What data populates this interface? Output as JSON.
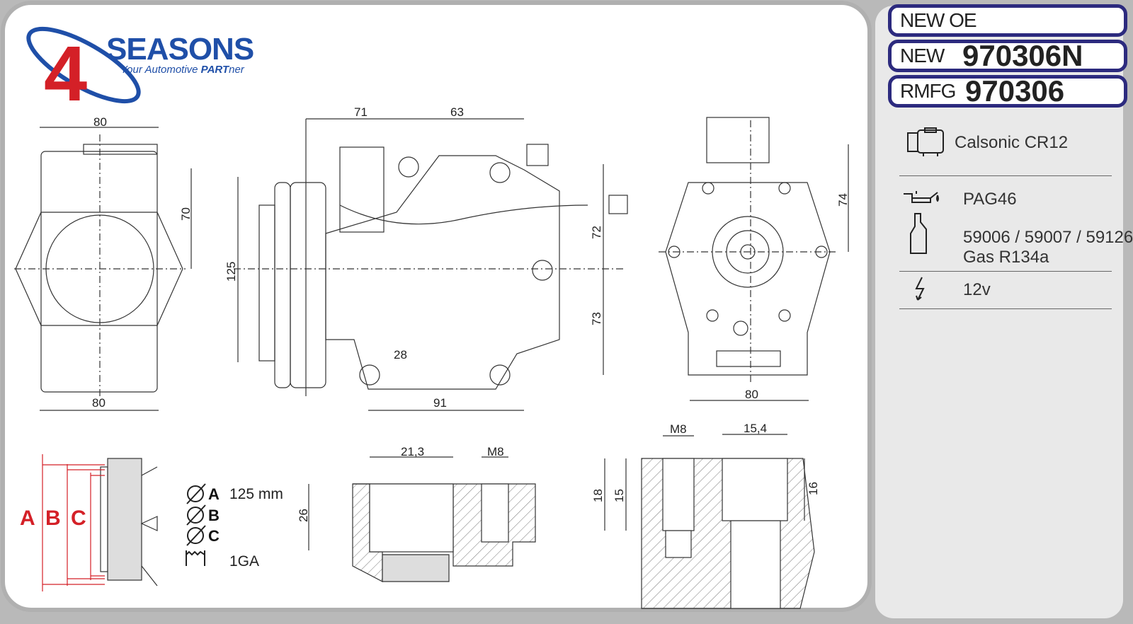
{
  "brand": {
    "logo_number": "4",
    "name": "SEASONS",
    "tagline_pre": "Your Automotive ",
    "tagline_bold": "PART",
    "tagline_post": "ner",
    "colors": {
      "red": "#d42027",
      "blue": "#1f4fa8"
    }
  },
  "header_boxes": {
    "oe_label": "NEW OE",
    "new_label": "NEW",
    "new_number": "970306N",
    "rmfg_label": "RMFG",
    "rmfg_number": "970306"
  },
  "specs": {
    "compressor_model": "Calsonic CR12",
    "oil": "PAG46",
    "oil_refs": "59006 / 59007 / 59126",
    "gas": "Gas R134a",
    "voltage": "12v"
  },
  "dimensions": {
    "side_view": {
      "top_width": "80",
      "height_upper": "70",
      "bottom_width": "80"
    },
    "front_view": {
      "dim_a": "71",
      "dim_b": "63",
      "height": "125",
      "upper": "72",
      "lower": "73",
      "offset": "28",
      "length": "91"
    },
    "rear_view": {
      "height": "74",
      "width": "80"
    },
    "section_1": {
      "bore": "21,3",
      "thread": "M8",
      "depth": "26"
    },
    "section_2": {
      "thread": "M8",
      "bore": "15,4",
      "depth_a": "18",
      "depth_b": "15",
      "depth_c": "16"
    }
  },
  "pulley": {
    "label_a": "A",
    "label_b": "B",
    "label_c": "C",
    "diameter_a": "125 mm",
    "grooves": "1GA"
  }
}
